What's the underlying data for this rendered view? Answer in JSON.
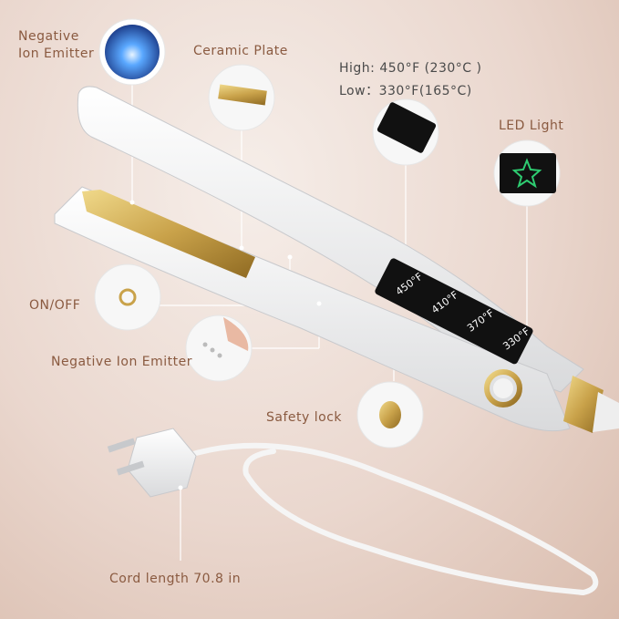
{
  "callouts": {
    "negative_ion_emitter_top": [
      "Negative",
      "Ion Emitter"
    ],
    "ceramic_plate": "Ceramic Plate",
    "temp_high": "High: 450°F (230°C )",
    "temp_low": "Low：330°F(165°C)",
    "led_light": "LED Light",
    "on_off": "ON/OFF",
    "negative_ion_emitter_mid": "Negative Ion Emitter",
    "safety_lock": "Safety lock",
    "cord_length": "Cord length 70.8 in"
  },
  "temperature_panel": {
    "settings": [
      "450°F",
      "410°F",
      "370°F",
      "330°F"
    ]
  },
  "colors": {
    "accent": "#8a5a40",
    "gold": "#c9a24a",
    "device_white": "#f1f1f1",
    "panel_black": "#111111",
    "led_green": "#2ecc71"
  }
}
